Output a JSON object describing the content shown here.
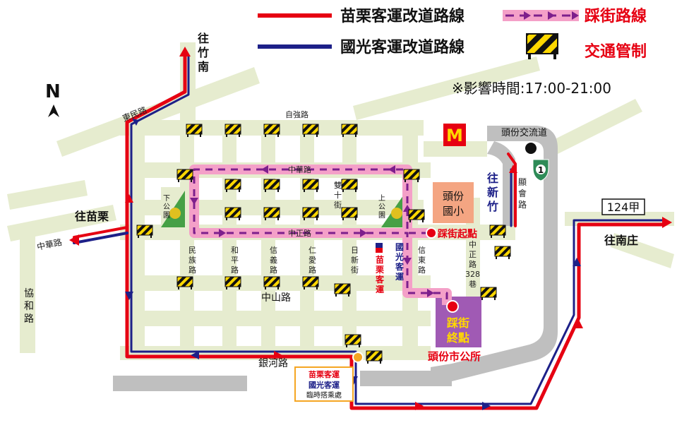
{
  "legend": {
    "miaoli_route": "苗栗客運改道路線",
    "kuokuang_route": "國光客運改道路線",
    "parade_route": "踩街路線",
    "traffic_control": "交通管制",
    "impact_time": "※影響時間:17:00-21:00"
  },
  "colors": {
    "miaoli_red": "#e60012",
    "kuokuang_blue": "#1d2088",
    "parade_pink": "#f4a0c8",
    "parade_purple": "#7d1f8c",
    "road_green": "#e6eccf",
    "road_gray": "#bfbfbf",
    "school_orange": "#f4a582",
    "city_hall_purple": "#a05ab4"
  },
  "north_label": "N",
  "directions": {
    "to_zhunan_1": "往",
    "to_zhunan_2": "竹",
    "to_zhunan_3": "南",
    "to_miaoli": "往苗栗",
    "to_hsinchu_1": "往",
    "to_hsinchu_2": "新",
    "to_hsinchu_3": "竹",
    "to_nanzhuang": "往南庄",
    "route_124": "124甲",
    "freeway_number": "1"
  },
  "streets": {
    "dongmin": "東民路",
    "ziqiang": "自強路",
    "zhonghua_top": "中華路",
    "zhonghua_left": "中華路",
    "zhongzheng": "中正路",
    "zhongshan": "中山路",
    "yinhe": "銀河路",
    "xiehe_1": "協",
    "xiehe_2": "和",
    "xiehe_3": "路",
    "minzu_1": "民",
    "minzu_2": "族",
    "minzu_3": "路",
    "heping_1": "和",
    "heping_2": "平",
    "heping_3": "路",
    "xinyi_1": "信",
    "xinyi_2": "義",
    "xinyi_3": "路",
    "renai_1": "仁",
    "renai_2": "愛",
    "renai_3": "路",
    "rixin_1": "日",
    "rixin_2": "新",
    "rixin_3": "街",
    "xindong_1": "信",
    "xindong_2": "東",
    "xindong_3": "路",
    "shuangshi_1": "雙",
    "shuangshi_2": "十",
    "shuangshi_3": "街",
    "xianhui_1": "顯",
    "xianhui_2": "會",
    "xianhui_3": "路",
    "zz328_1": "中",
    "zz328_2": "正",
    "zz328_3": "路",
    "zz328_4": "328",
    "zz328_5": "巷"
  },
  "places": {
    "lower_park_1": "下",
    "lower_park_2": "公",
    "lower_park_3": "園",
    "upper_park_1": "上",
    "upper_park_2": "公",
    "upper_park_3": "園",
    "school_1": "頭份",
    "school_2": "國小",
    "interchange": "頭份交流道",
    "parade_start": "踩街起點",
    "parade_end_1": "踩街",
    "parade_end_2": "終點",
    "city_hall": "頭份市公所",
    "bus_stop_1": "苗栗客運",
    "bus_stop_2": "國光客運",
    "bus_stop_3": "臨時搭乘處",
    "mcd_logo": "M"
  },
  "bus_label": {
    "kuokuang_1": "國",
    "kuokuang_2": "光",
    "kuokuang_3": "客",
    "kuokuang_4": "運",
    "miaoli_1": "苗",
    "miaoli_2": "栗",
    "miaoli_3": "客",
    "miaoli_4": "運"
  },
  "icons": {
    "traffic_barrier": "traffic-barrier-icon",
    "north_arrow": "north-arrow-icon",
    "freeway_shield": "freeway-shield-icon",
    "mcdonalds": "mcdonalds-icon"
  }
}
